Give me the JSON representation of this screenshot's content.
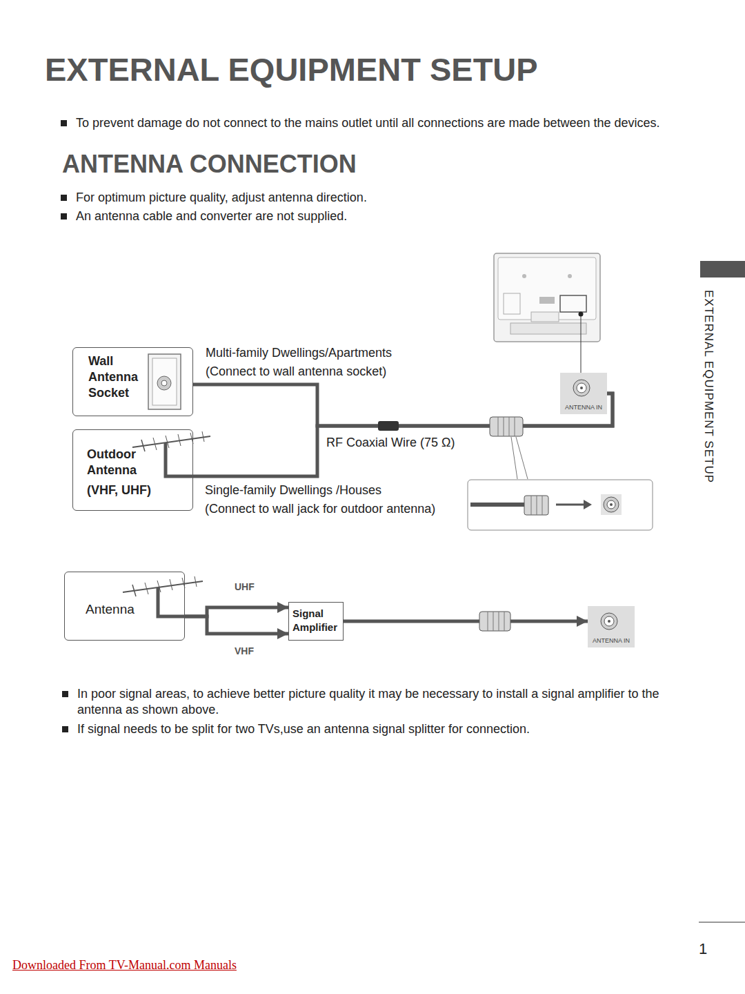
{
  "diagram": {
    "title": "EXTERNAL EQUIPMENT SETUP",
    "nodes": [
      {
        "text": [
          "Wall Antenna Socket"
        ]
      },
      {
        "text": [
          "Outdoor Antenna",
          "(VHF, UHF)"
        ]
      },
      {
        "text": [
          "ANTENNA IN"
        ]
      },
      {
        "text": [
          "Antenna"
        ]
      },
      {
        "text": [
          "Signal Amplifier"
        ]
      },
      {
        "text": [
          "ANTENNA IN"
        ]
      }
    ],
    "edges": [
      {
        "from": 0,
        "to": 2,
        "arrow": "none"
      },
      {
        "from": 1,
        "to": 2,
        "arrow": "none"
      },
      {
        "from": 3,
        "to": 4,
        "arrow": "to",
        "label": "UHF"
      },
      {
        "from": 3,
        "to": 4,
        "arrow": "to",
        "label": "VHF"
      },
      {
        "from": 4,
        "to": 5,
        "arrow": "to"
      }
    ],
    "labels": [
      "To prevent damage do not connect to the mains outlet until all connections are made between the devices.",
      "ANTENNA CONNECTION",
      "For optimum picture quality, adjust antenna direction.",
      "An antenna cable and converter are not supplied.",
      "EXTERNAL EQUIPMENT SETUP",
      "Multi-family Dwellings/Apartments",
      "(Connect to wall antenna socket)",
      "RF Coaxial Wire (75 Ω)",
      "Single-family Dwellings /Houses",
      "(Connect to wall jack for outdoor antenna)",
      "In poor signal areas, to achieve better picture quality it may be necessary to install a signal amplifier to the antenna as shown above.",
      "If signal needs to be split for two TVs,use an antenna signal splitter for connection.",
      "1",
      "Downloaded From TV-Manual.com Manuals"
    ]
  }
}
